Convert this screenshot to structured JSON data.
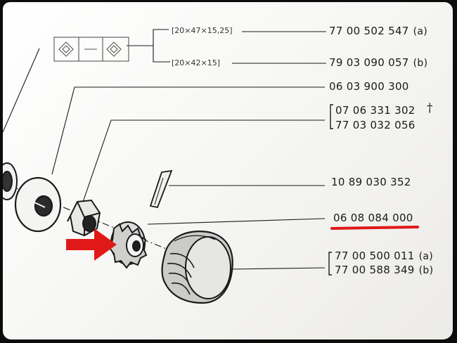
{
  "parts": [
    {
      "id": "a1",
      "number": "77 00 502 547",
      "suffix": "(a)",
      "dimension": "20×47×15,25"
    },
    {
      "id": "b1",
      "number": "79 03 090 057",
      "suffix": "(b)",
      "dimension": "20×42×15"
    },
    {
      "id": "c",
      "number": "06 03 900 300"
    },
    {
      "id": "d1",
      "number": "07 06 331 302",
      "mark": "†"
    },
    {
      "id": "d2",
      "number": "77 03 032 056"
    },
    {
      "id": "e",
      "number": "10 89 030 352"
    },
    {
      "id": "f",
      "number": "06 08 084 000",
      "highlighted": true
    },
    {
      "id": "g1",
      "number": "77 00 500 011",
      "suffix": "(a)"
    },
    {
      "id": "g2",
      "number": "77 00 588 349",
      "suffix": "(b)"
    }
  ],
  "colors": {
    "highlight": "#e01818",
    "ink": "#1a1a1a",
    "paper": "#f7f7f5"
  },
  "icons": [
    "bearing-box-icon",
    "red-arrow-icon"
  ]
}
